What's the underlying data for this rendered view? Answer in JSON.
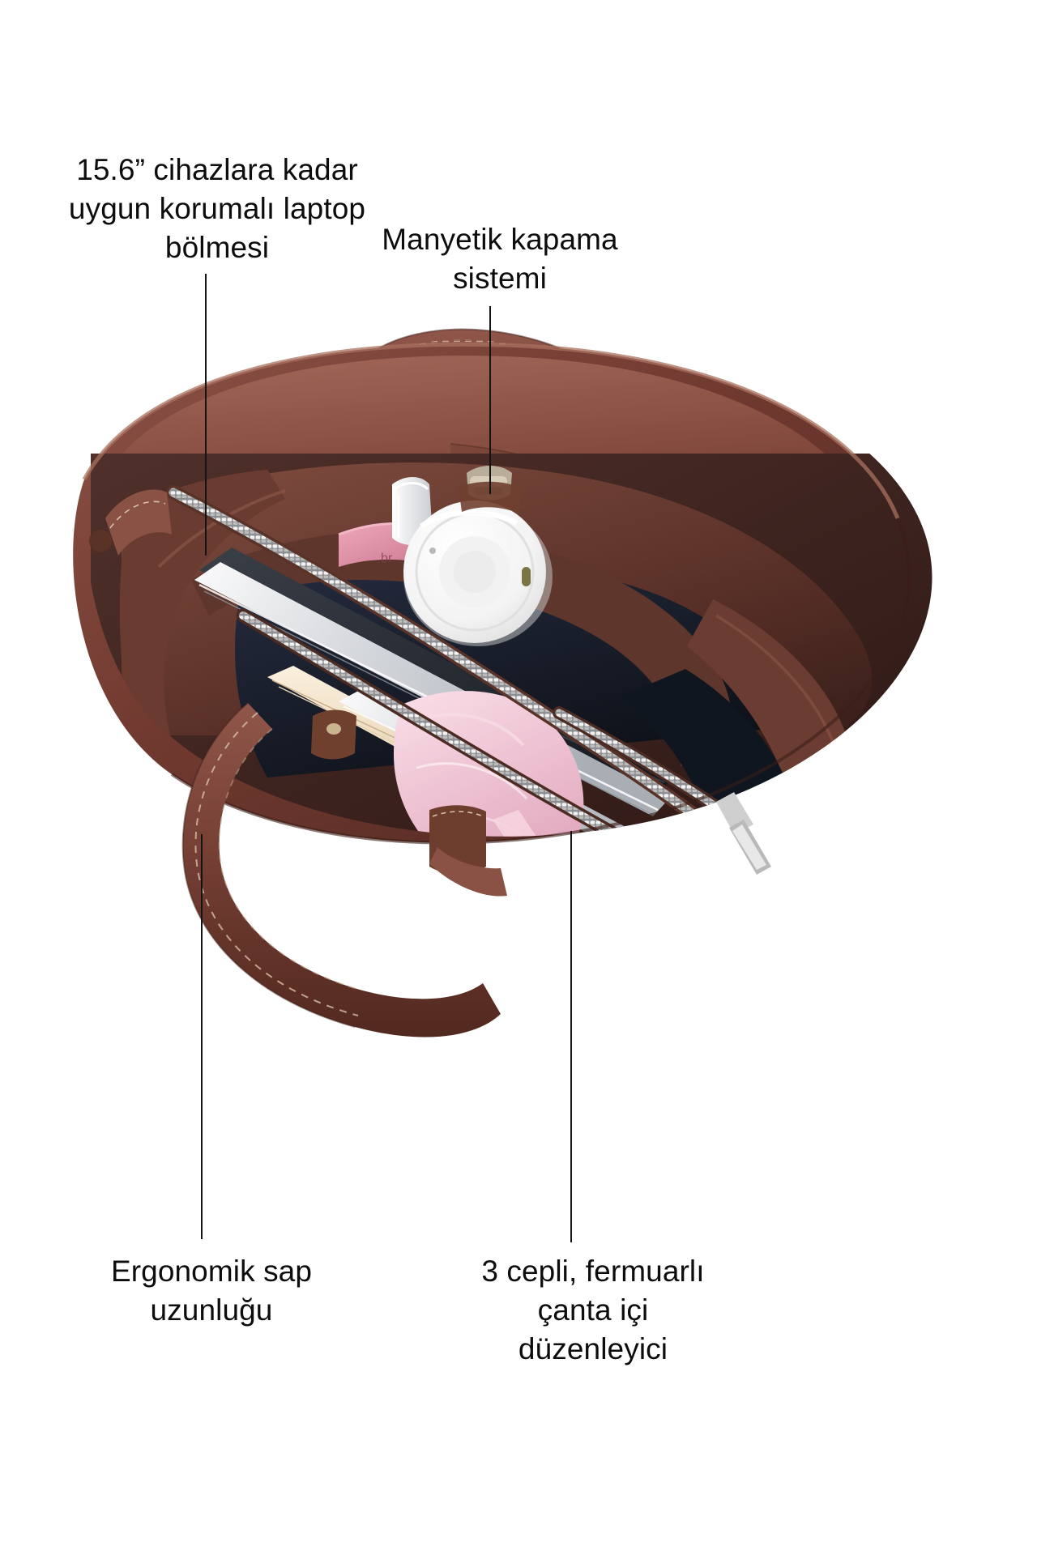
{
  "page": {
    "background_color": "#ffffff",
    "text_color": "#0d0d0d",
    "language": "tr",
    "subject": "leather laptop tote bag interior infographic"
  },
  "callouts": [
    {
      "id": "laptop-compartment",
      "text": "15.6” cihazlara kadar\nuygun korumalı laptop\nbölmesi",
      "position": "top-left"
    },
    {
      "id": "magnetic-closure",
      "text": "Manyetik kapama\nsistemi",
      "position": "top-right"
    },
    {
      "id": "handle-length",
      "text": "Ergonomik sap\nuzunluğu",
      "position": "bottom-left"
    },
    {
      "id": "organizer",
      "text": "3 cepli, fermuarlı\nçanta içi\ndüzenleyici",
      "position": "bottom-right"
    }
  ],
  "colors": {
    "leader_line": "#141414",
    "leather_dark": "#4c2b28",
    "leather_mid": "#6b3c35",
    "leather_light": "#8a5247",
    "leather_highlight": "#a5675a",
    "lining_navy": "#1b2133",
    "lining_black": "#141821",
    "zipper_metal": "#d8d5d2",
    "laptop_silver": "#cfd2d6",
    "laptop_screen": "#2c3038",
    "cup_white": "#f6f6f6",
    "pouch_pink": "#d98aa0",
    "cloth_pink": "#f2c3d2",
    "notebook_cream": "#f0e0c8",
    "tube_white": "#e9ecef"
  },
  "objects_in_bag": [
    "laptop",
    "notebook",
    "pink pouch",
    "white tube",
    "white reusable coffee cup",
    "pink cloth"
  ]
}
